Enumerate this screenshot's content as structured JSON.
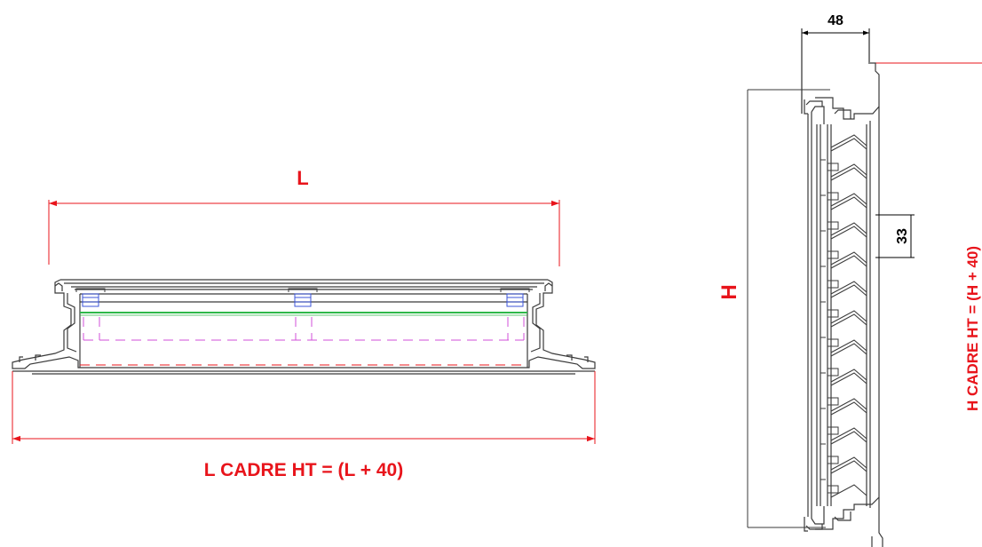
{
  "drawing": {
    "front_view": {
      "width_label": "L",
      "frame_width_label": "L CADRE HT = (L + 40)"
    },
    "side_view": {
      "depth_label": "48",
      "height_label": "H",
      "blade_pitch_label": "33",
      "frame_height_label": "H CADRE HT = (H + 40)"
    },
    "colors": {
      "dimension": "#e8141b",
      "label": "#e8141b",
      "outline": "#3a3a3a",
      "dimension_black": "#000000",
      "glazing_green": "#2fb84a",
      "hidden_magenta": "#d24fd8",
      "bracket_blue": "#3c55d8"
    }
  }
}
